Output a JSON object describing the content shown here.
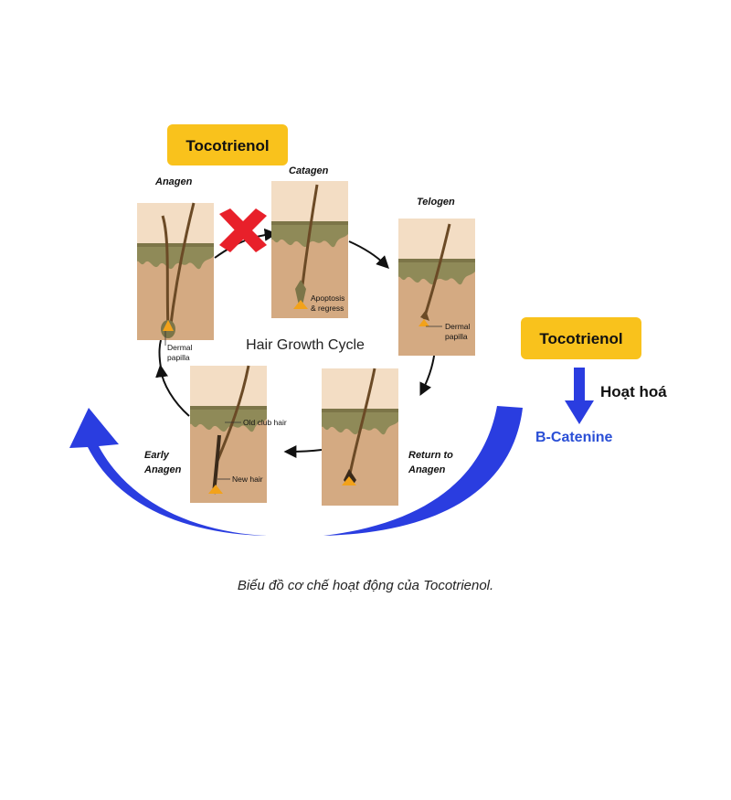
{
  "diagram": {
    "title": "Hair Growth Cycle",
    "tocotrienol_box_top": "Tocotrienol",
    "tocotrienol_box_right": "Tocotrienol",
    "activation_label": "Hoạt hoá",
    "target_label": "B-Catenine",
    "stages": {
      "anagen": "Anagen",
      "catagen": "Catagen",
      "telogen": "Telogen",
      "return_to_anagen_line1": "Return to",
      "return_to_anagen_line2": "Anagen",
      "early_anagen_line1": "Early",
      "early_anagen_line2": "Anagen"
    },
    "annotations": {
      "dermal_papilla_line1": "Dermal",
      "dermal_papilla_line2": "papilla",
      "apoptosis_line1": "Apoptosis",
      "apoptosis_line2": "& regress",
      "old_club_hair": "Old club hair",
      "new_hair": "New hair"
    },
    "colors": {
      "highlight_box": "#f9c21c",
      "blue_arrow": "#2a3de0",
      "inhibit_cross": "#e8202a",
      "target_text": "#2a4fd6"
    }
  },
  "caption": "Biểu đồ cơ chế hoạt động của Tocotrienol."
}
